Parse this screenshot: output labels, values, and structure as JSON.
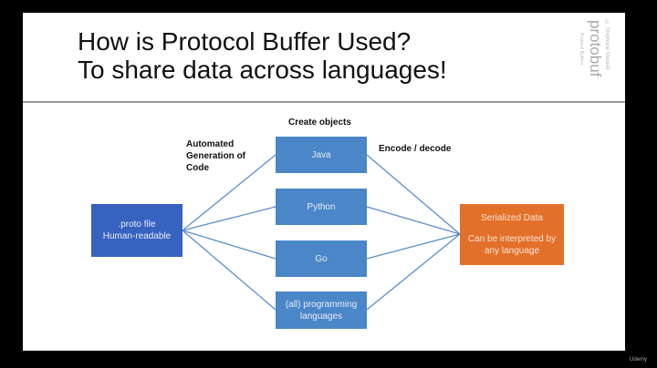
{
  "title_lines": [
    "How is Protocol Buffer Used?",
    "To share data across languages!"
  ],
  "brand": {
    "copyright": "© Stephane Maarek",
    "logo": "protobuf",
    "sub": "Protocol Buffers"
  },
  "labels": {
    "create_objects": "Create objects",
    "automated": "Automated Generation of Code",
    "encode": "Encode / decode"
  },
  "proto_box": {
    "line1": ".proto file",
    "line2": "Human-readable"
  },
  "languages": [
    "Java",
    "Python",
    "Go",
    "(all) programming languages"
  ],
  "serialized_box": {
    "line1": "Serialized Data",
    "line2": "Can be interpreted by any language"
  },
  "watermark": "Udemy",
  "colors": {
    "lang": "#4a86c8",
    "proto": "#3862c0",
    "serialized": "#e3702a",
    "connector": "#5b8fc8"
  }
}
